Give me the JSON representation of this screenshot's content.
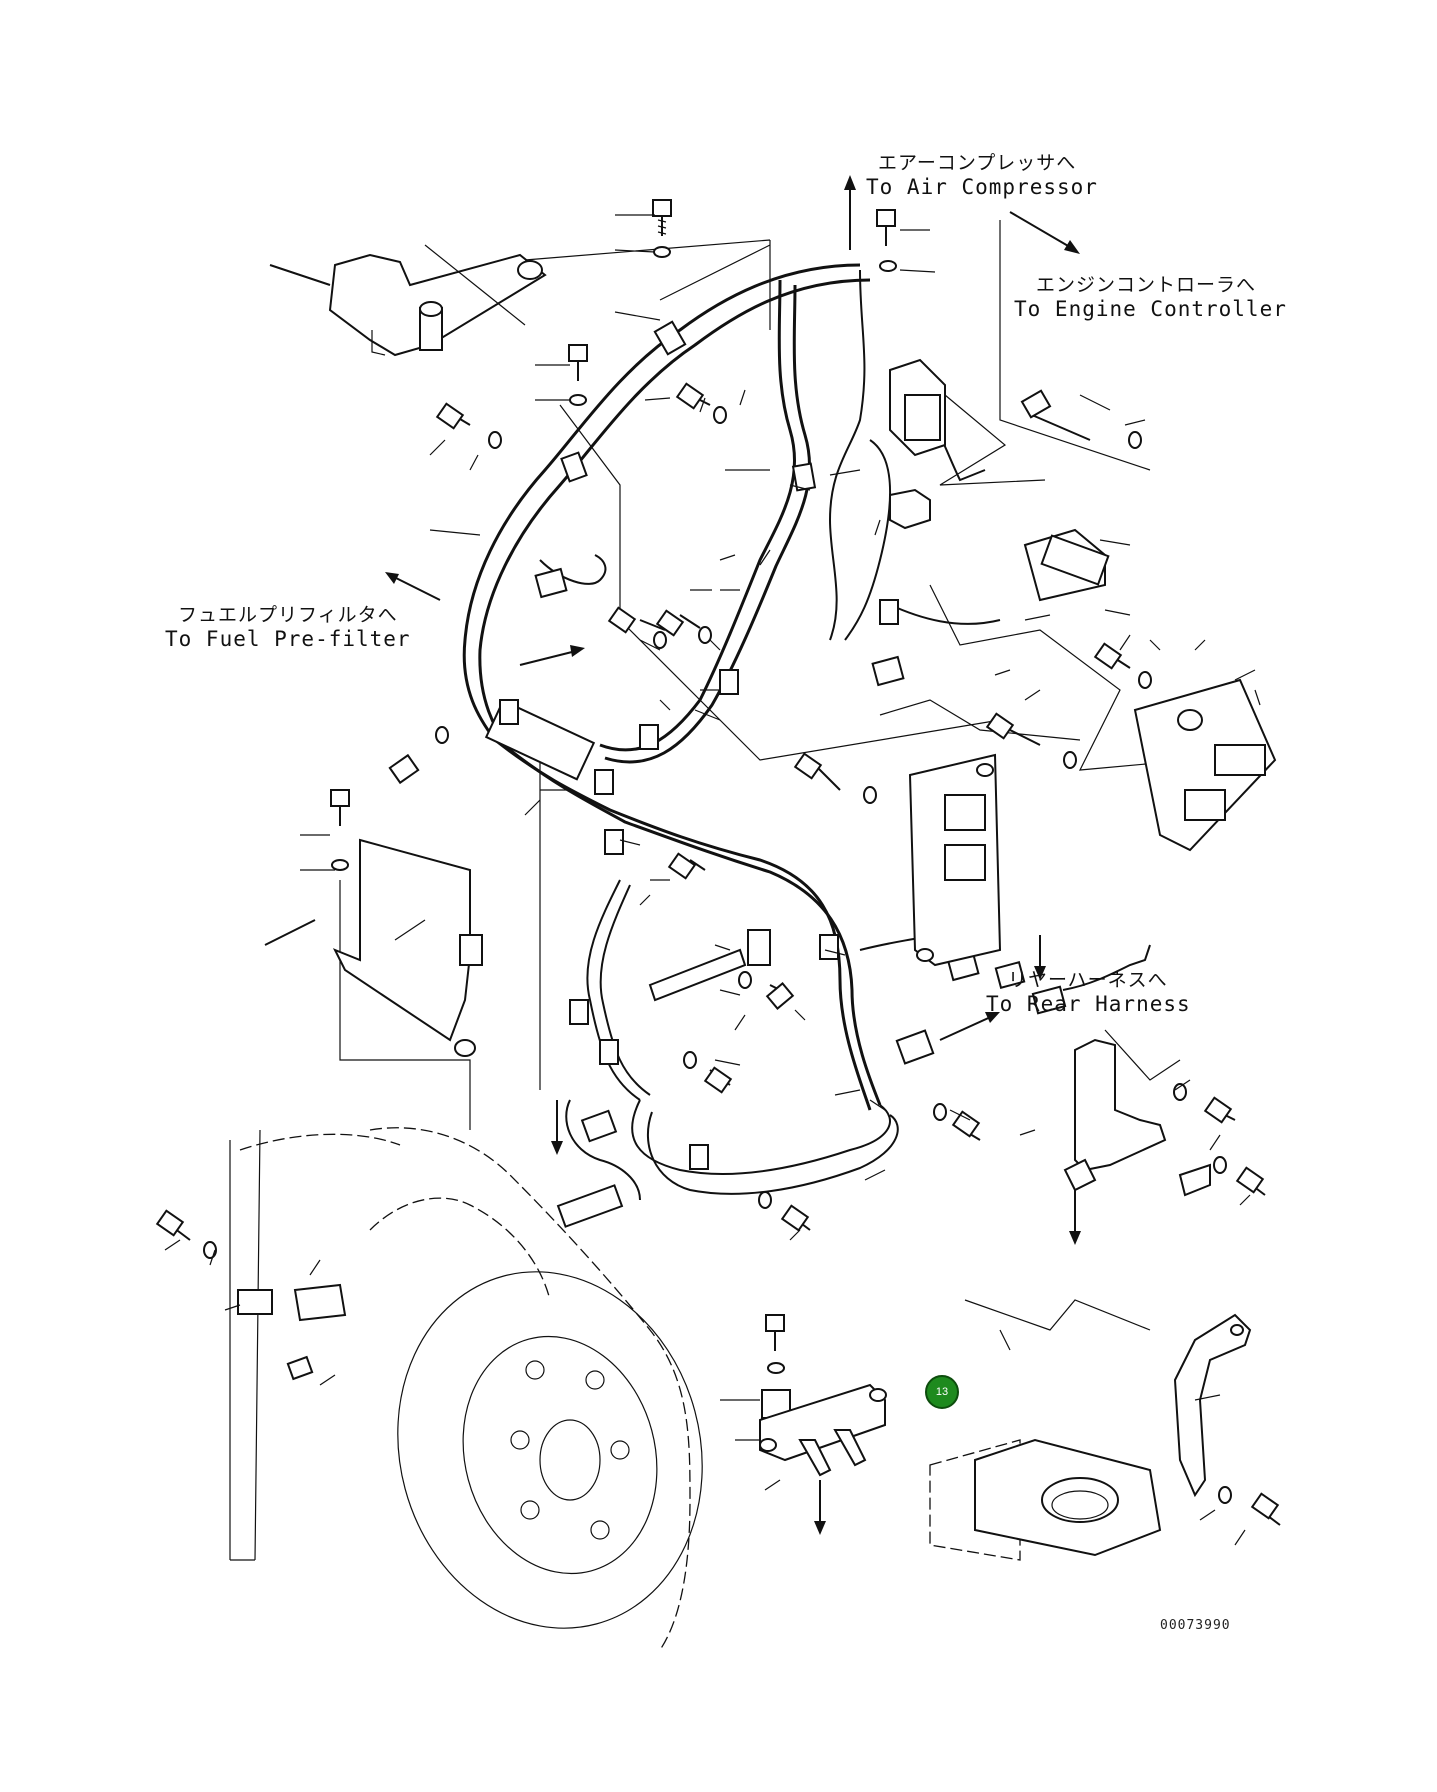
{
  "callouts": {
    "air_compressor": {
      "jp": "エアーコンプレッサへ",
      "en": "To Air Compressor"
    },
    "engine_controller": {
      "jp": "エンジンコントローラへ",
      "en": "To Engine Controller"
    },
    "fuel_prefilter": {
      "jp": "フュエルプリフィルタへ",
      "en": "To Fuel Pre-filter"
    },
    "rear_harness": {
      "jp": "リヤーハーネスへ",
      "en": "To Rear Harness"
    }
  },
  "badge": {
    "label": "13",
    "color": "#1e8a1e"
  },
  "drawing_number": "00073990"
}
